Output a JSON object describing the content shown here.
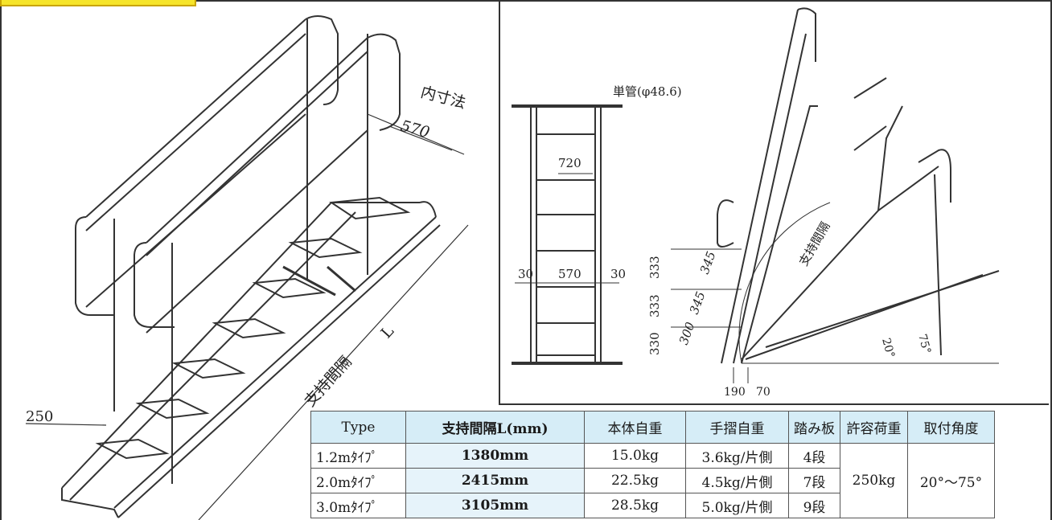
{
  "table": {
    "headers": [
      "Type",
      "支持間隔L(mm)",
      "本体自重",
      "手摺自重",
      "踏み板",
      "許容荷重",
      "取付角度"
    ],
    "rows": [
      {
        "type": "1.2mﾀｲﾌﾟ",
        "span": "1380mm",
        "body_weight": "15.0kg",
        "rail_weight": "3.6kg/片側",
        "steps": "4段"
      },
      {
        "type": "2.0mﾀｲﾌﾟ",
        "span": "2415mm",
        "body_weight": "22.5kg",
        "rail_weight": "4.5kg/片側",
        "steps": "7段"
      },
      {
        "type": "3.0mﾀｲﾌﾟ",
        "span": "3105mm",
        "body_weight": "28.5kg",
        "rail_weight": "5.0kg/片側",
        "steps": "9段"
      }
    ],
    "allowable_load": "250kg",
    "angle_range": "20°～75°"
  },
  "left_drawing": {
    "inner_dim_label": "内寸法",
    "inner_width": "570",
    "step_depth": "250",
    "span_label": "支持間隔",
    "span_symbol": "L"
  },
  "right_drawing": {
    "pipe_label": "単管(φ48.6)",
    "tread_width": "720",
    "side_gap_left": "30",
    "inner_width": "570",
    "side_gap_right": "30",
    "rise_1": "333",
    "rise_2": "333",
    "rise_3": "330",
    "pitch_1": "345",
    "pitch_2": "345",
    "pitch_3": "300",
    "span_label": "支持間隔",
    "base_1": "190",
    "base_2": "70",
    "angle_min": "20°",
    "angle_max": "75°"
  }
}
